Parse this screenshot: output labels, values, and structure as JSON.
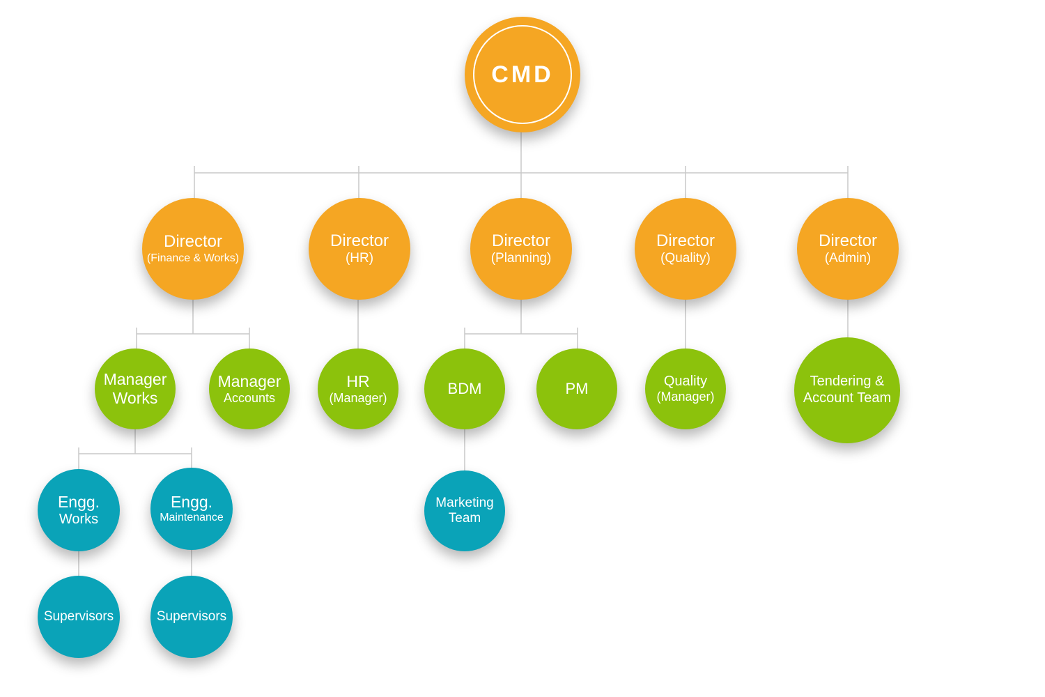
{
  "colors": {
    "orange": "#f5a623",
    "green": "#8cc20c",
    "teal": "#0aa3b8",
    "line": "#c8c8c8"
  },
  "nodes": {
    "cmd": {
      "line1": "CMD"
    },
    "director_finance": {
      "line1": "Director",
      "line2": "(Finance & Works)"
    },
    "director_hr": {
      "line1": "Director",
      "line2": "(HR)"
    },
    "director_planning": {
      "line1": "Director",
      "line2": "(Planning)"
    },
    "director_quality": {
      "line1": "Director",
      "line2": "(Quality)"
    },
    "director_admin": {
      "line1": "Director",
      "line2": "(Admin)"
    },
    "manager_works": {
      "line1": "Manager",
      "line2": "Works"
    },
    "manager_accounts": {
      "line1": "Manager",
      "line2": "Accounts"
    },
    "hr_manager": {
      "line1": "HR",
      "line2": "(Manager)"
    },
    "bdm": {
      "line1": "BDM"
    },
    "pm": {
      "line1": "PM"
    },
    "quality_manager": {
      "line1": "Quality",
      "line2": "(Manager)"
    },
    "tendering": {
      "line1": "Tendering &",
      "line2": "Account Team"
    },
    "engg_works": {
      "line1": "Engg.",
      "line2": "Works"
    },
    "engg_maintenance": {
      "line1": "Engg.",
      "line2": "Maintenance"
    },
    "marketing_team": {
      "line1": "Marketing",
      "line2": "Team"
    },
    "supervisors_works": {
      "line1": "Supervisors"
    },
    "supervisors_maintenance": {
      "line1": "Supervisors"
    }
  }
}
